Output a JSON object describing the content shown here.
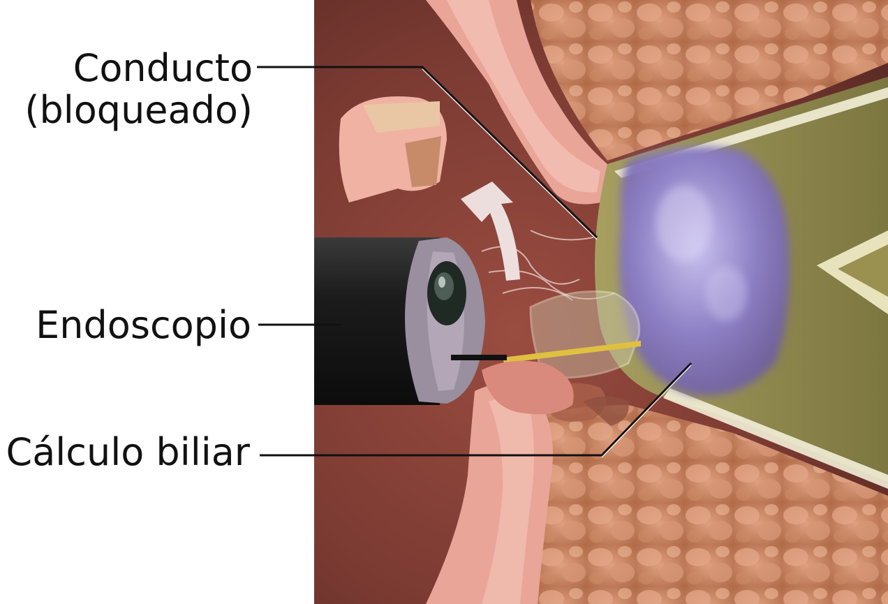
{
  "labels": {
    "duct_line1": "Conducto",
    "duct_line2": "(bloqueado)",
    "endoscope": "Endoscopio",
    "gallstone": "Cálculo biliar"
  },
  "colors": {
    "background": "#ffffff",
    "label_text": "#111111",
    "leader_line": "#111111",
    "tissue_dark": "#7a3a32",
    "tissue_pink": "#e8a598",
    "pancreas": "#c98460",
    "duct_lumen": "#8f8a4c",
    "stone_purple": "#8d7fc4",
    "endoscope_black": "#1c1c1c",
    "endoscope_cap": "#9a8f9e",
    "wire_yellow": "#e0c040"
  }
}
